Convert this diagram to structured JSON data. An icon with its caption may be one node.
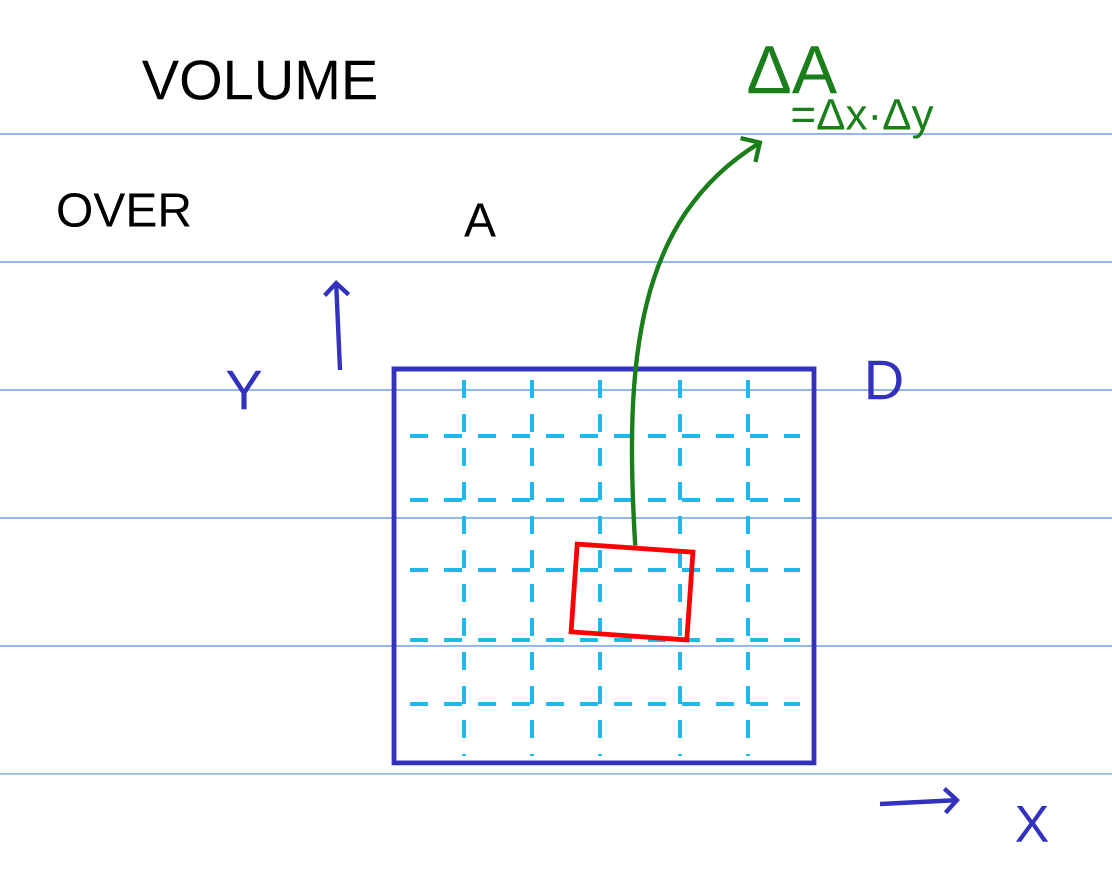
{
  "diagram": {
    "nodes": [
      {
        "text": [
          "ΔA",
          "=Δx·Δy"
        ]
      },
      {
        "text": [
          "D"
        ]
      },
      {
        "text": [],
        "shape": "box",
        "in": 1
      }
    ],
    "edges": [
      {
        "from": 2,
        "to": 0,
        "arrow": "to",
        "color": "#1a7f1a"
      }
    ],
    "labels": [
      "VOLUME",
      "OVER",
      "A",
      "Y",
      "X"
    ]
  }
}
